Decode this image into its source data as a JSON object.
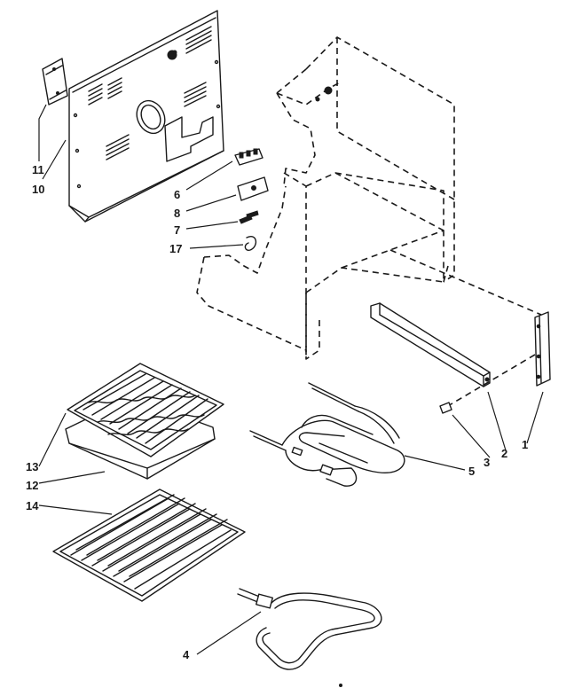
{
  "diagram": {
    "callouts": {
      "c11": "11",
      "c10": "10",
      "c6": "6",
      "c8": "8",
      "c7": "7",
      "c17": "17",
      "c13": "13",
      "c12": "12",
      "c14": "14",
      "c5": "5",
      "c3": "3",
      "c2": "2",
      "c1": "1",
      "c4": "4"
    }
  }
}
